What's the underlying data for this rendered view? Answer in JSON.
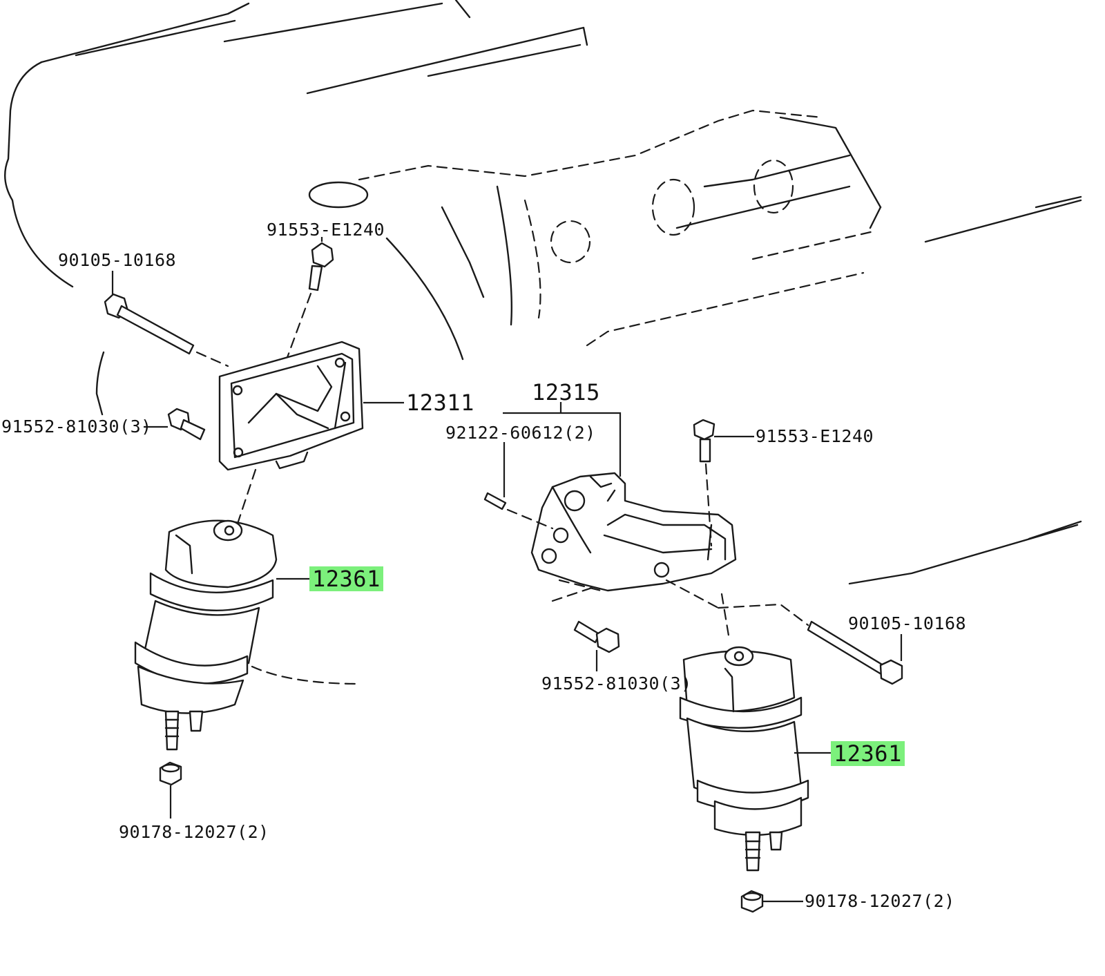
{
  "callouts": {
    "bolt_top_left": "91553-E1240",
    "bolt_long_left": "90105-10168",
    "bolt_small_left": "91552-81030(3)",
    "bracket_left": "12311",
    "mount_left": "12361",
    "nut_left": "90178-12027(2)",
    "bracket_right_group": "12315",
    "pin_right": "92122-60612(2)",
    "bolt_top_right": "91553-E1240",
    "bolt_long_right": "90105-10168",
    "bolt_small_right": "91552-81030(3)",
    "mount_right": "12361",
    "nut_right": "90178-12027(2)"
  },
  "colors": {
    "highlight": "#7cf07c",
    "line": "#1a1a1a"
  }
}
